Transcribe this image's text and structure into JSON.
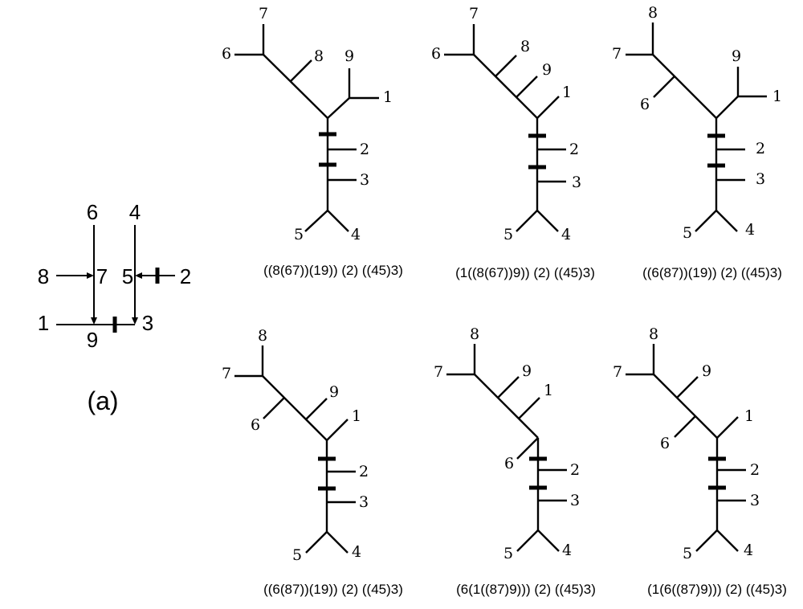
{
  "panel_a": {
    "label": "(a)",
    "numbers": [
      "6",
      "4",
      "8",
      "7",
      "5",
      "2",
      "1",
      "9",
      "3"
    ]
  },
  "trees": [
    {
      "caption": "((8(67))(19)) (2) ((45)3)",
      "labels": [
        "7",
        "6",
        "8",
        "9",
        "1",
        "2",
        "3",
        "5",
        "4"
      ]
    },
    {
      "caption": "(1((8(67))9)) (2) ((45)3)",
      "labels": [
        "7",
        "6",
        "8",
        "9",
        "1",
        "2",
        "3",
        "5",
        "4"
      ]
    },
    {
      "caption": "((6(87))(19)) (2) ((45)3)",
      "labels": [
        "8",
        "7",
        "6",
        "9",
        "1",
        "2",
        "3",
        "5",
        "4"
      ]
    },
    {
      "caption": "((6(87))(19)) (2) ((45)3)",
      "labels": [
        "8",
        "7",
        "6",
        "9",
        "1",
        "2",
        "3",
        "5",
        "4"
      ]
    },
    {
      "caption": "(6(1((87)9))) (2) ((45)3)",
      "labels": [
        "8",
        "7",
        "9",
        "1",
        "6",
        "2",
        "3",
        "5",
        "4"
      ]
    },
    {
      "caption": "(1(6((87)9))) (2) ((45)3)",
      "labels": [
        "8",
        "7",
        "9",
        "6",
        "1",
        "2",
        "3",
        "5",
        "4"
      ]
    }
  ]
}
